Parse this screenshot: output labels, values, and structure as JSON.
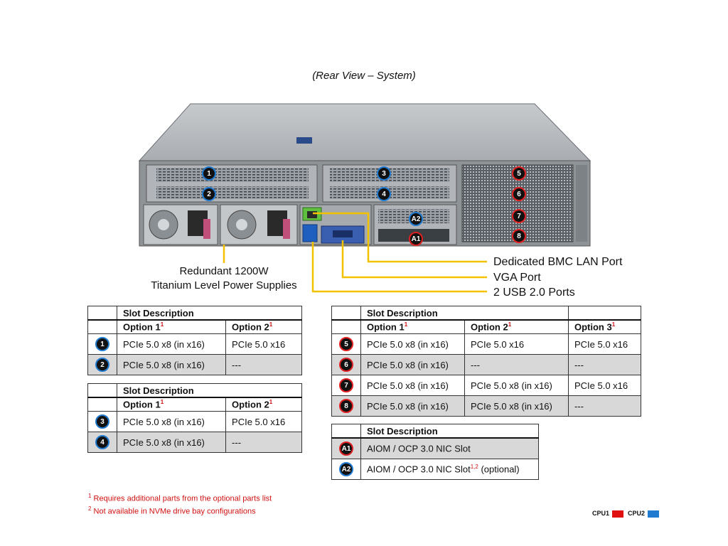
{
  "title": "(Rear View – System)",
  "callouts": {
    "bmc": "Dedicated BMC LAN Port",
    "vga": "VGA Port",
    "usb": "2 USB 2.0 Ports",
    "psu_line1": "Redundant 1200W",
    "psu_line2": "Titanium Level Power Supplies"
  },
  "chassis_badges": [
    "1",
    "2",
    "3",
    "4",
    "5",
    "6",
    "7",
    "8",
    "A2",
    "A1"
  ],
  "table_left_top": {
    "header": "Slot Description",
    "opt1": "Option 1",
    "opt2": "Option 2",
    "sup": "1",
    "rows": [
      {
        "badge": "1",
        "opt1": "PCIe 5.0 x8 (in x16)",
        "opt2": "PCIe 5.0 x16"
      },
      {
        "badge": "2",
        "opt1": "PCIe 5.0 x8 (in x16)",
        "opt2": "---"
      }
    ]
  },
  "table_left_bottom": {
    "header": "Slot Description",
    "opt1": "Option 1",
    "opt2": "Option 2",
    "sup": "1",
    "rows": [
      {
        "badge": "3",
        "opt1": "PCIe 5.0 x8 (in x16)",
        "opt2": "PCIe 5.0 x16"
      },
      {
        "badge": "4",
        "opt1": "PCIe 5.0 x8 (in x16)",
        "opt2": "---"
      }
    ]
  },
  "table_right_top": {
    "header": "Slot Description",
    "opt1": "Option 1",
    "opt2": "Option 2",
    "opt3": "Option 3",
    "sup": "1",
    "rows": [
      {
        "badge": "5",
        "opt1": "PCIe 5.0 x8 (in x16)",
        "opt2": "PCIe 5.0 x16",
        "opt3": "PCIe 5.0 x16"
      },
      {
        "badge": "6",
        "opt1": "PCIe 5.0 x8 (in x16)",
        "opt2": "---",
        "opt3": "---"
      },
      {
        "badge": "7",
        "opt1": "PCIe 5.0 x8 (in x16)",
        "opt2": "PCIe 5.0 x8 (in x16)",
        "opt3": "PCIe 5.0 x16"
      },
      {
        "badge": "8",
        "opt1": "PCIe 5.0 x8 (in x16)",
        "opt2": "PCIe 5.0 x8 (in x16)",
        "opt3": "---"
      }
    ]
  },
  "table_aiom": {
    "header": "Slot Description",
    "rows": [
      {
        "badge": "A1",
        "desc": "AIOM / OCP 3.0 NIC  Slot",
        "sup": "",
        "suffix": ""
      },
      {
        "badge": "A2",
        "desc": "AIOM / OCP 3.0 NIC  Slot",
        "sup": "1,2",
        "suffix": " (optional)"
      }
    ]
  },
  "footnotes": [
    {
      "num": "1",
      "text": " Requires additional parts from the optional parts list"
    },
    {
      "num": "2",
      "text": " Not available in NVMe  drive bay configurations"
    }
  ],
  "legend": {
    "cpu1": "CPU1",
    "cpu2": "CPU2",
    "cpu1_color": "#e01010",
    "cpu2_color": "#1f7ad0"
  }
}
